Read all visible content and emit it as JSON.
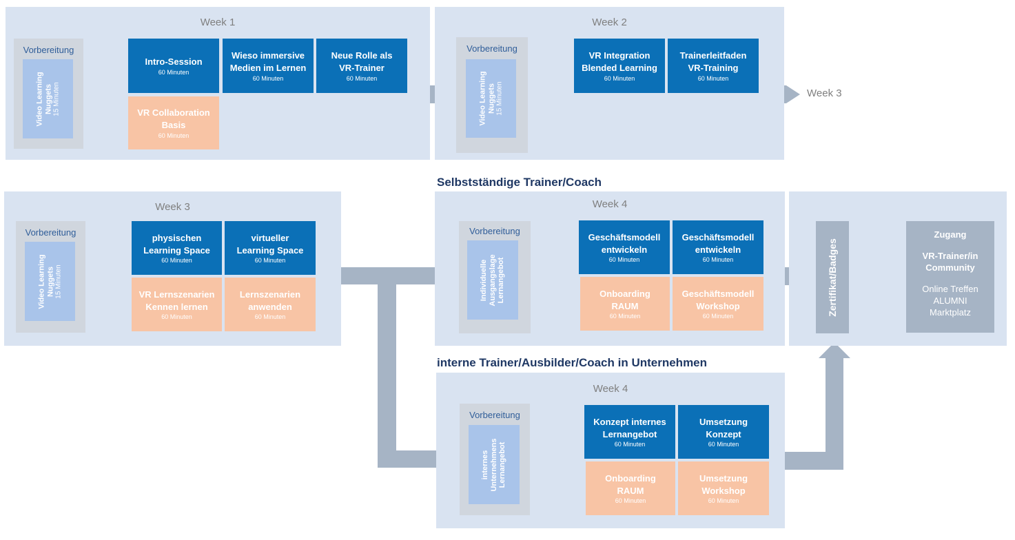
{
  "week1": {
    "title": "Week 1",
    "prep": {
      "label": "Vorbereitung",
      "title": "Video Learning\nNuggets",
      "sub": "15 Minuten"
    },
    "boxes": [
      {
        "title": "Intro-Session",
        "sub": "60 Minuten"
      },
      {
        "title": "Wieso immersive\nMedien im Lernen",
        "sub": "60 Minuten"
      },
      {
        "title": "Neue Rolle als\nVR-Trainer",
        "sub": "60 Minuten"
      },
      {
        "title": "VR Collaboration\nBasis",
        "sub": "60 Minuten"
      }
    ]
  },
  "week2": {
    "title": "Week 2",
    "prep": {
      "label": "Vorbereitung",
      "title": "Video Learning\nNuggets",
      "sub": "15 Minuten"
    },
    "boxes": [
      {
        "title": "VR Integration\nBlended Learning",
        "sub": "60 Minuten"
      },
      {
        "title": "Trainerleitfaden\nVR-Training",
        "sub": "60 Minuten"
      }
    ],
    "next": "Week 3"
  },
  "week3": {
    "title": "Week 3",
    "prep": {
      "label": "Vorbereitung",
      "title": "Video Learning\nNuggets",
      "sub": "15 Minuten"
    },
    "boxes": [
      {
        "title": "physischen\nLearning Space",
        "sub": "60 Minuten"
      },
      {
        "title": "virtueller\nLearning Space",
        "sub": "60 Minuten"
      },
      {
        "title": "VR Lernszenarien\nKennen lernen",
        "sub": "60 Minuten"
      },
      {
        "title": "Lernszenarien\nanwenden",
        "sub": "60 Minuten"
      }
    ]
  },
  "track_self": {
    "heading": "Selbstständige Trainer/Coach",
    "title": "Week 4",
    "prep": {
      "label": "Vorbereitung",
      "title": "Individuelle\nAusgangslage\nLernangebot"
    },
    "boxes": [
      {
        "title": "Geschäftsmodell\nentwickeln",
        "sub": "60 Minuten"
      },
      {
        "title": "Geschäftsmodell\nentwickeln",
        "sub": "60 Minuten"
      },
      {
        "title": "Onboarding\nRAUM",
        "sub": "60 Minuten"
      },
      {
        "title": "Geschäftsmodell\nWorkshop",
        "sub": "60 Minuten"
      }
    ]
  },
  "track_internal": {
    "heading": "interne Trainer/Ausbilder/Coach in Unternehmen",
    "title": "Week 4",
    "prep": {
      "label": "Vorbereitung",
      "title": "internes\nUnternehmens\nLernangebot"
    },
    "boxes": [
      {
        "title": "Konzept internes\nLernangebot",
        "sub": "60 Minuten"
      },
      {
        "title": "Umsetzung\nKonzept",
        "sub": "60 Minuten"
      },
      {
        "title": "Onboarding\nRAUM",
        "sub": "60 Minuten"
      },
      {
        "title": "Umsetzung\nWorkshop",
        "sub": "60 Minuten"
      }
    ]
  },
  "result": {
    "certificate": "Zertifikat/Badges",
    "access_title": "Zugang",
    "community": "VR-Trainer/in\nCommunity",
    "items": [
      "Online Treffen",
      "ALUMNI",
      "Marktplatz"
    ]
  },
  "colors": {
    "panel": "#d9e3f1",
    "blue": "#0b70b7",
    "peach": "#f8c4a5",
    "arrow": "#a6b4c5",
    "prep": "#d0d6de",
    "prep_inner": "#a9c4ea"
  }
}
